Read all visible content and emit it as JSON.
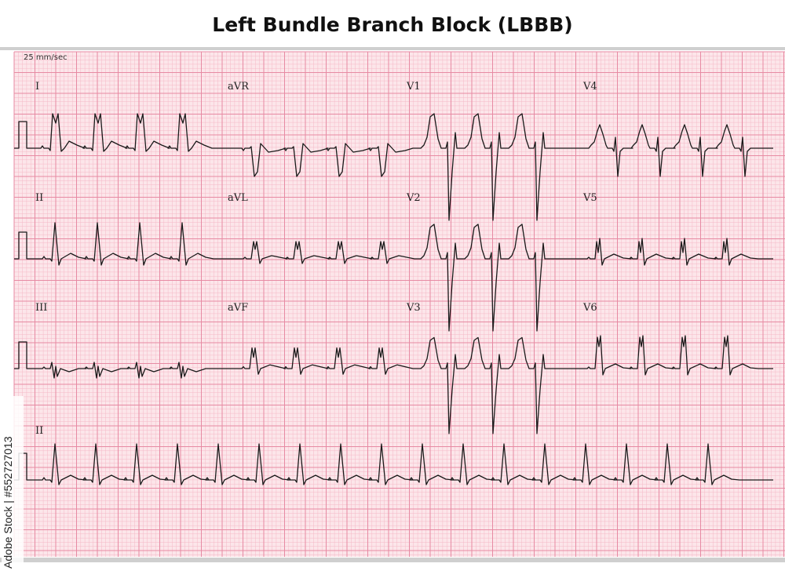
{
  "title": "Left Bundle Branch Block (LBBB)",
  "paper_speed": "25 mm/sec",
  "stock_credit": "Adobe Stock | #552727013",
  "colors": {
    "paper": "#fce6ea",
    "grid_minor": "#f5b8c7",
    "grid_major": "#e78aa3",
    "trace": "#1a1a1a"
  },
  "leads": {
    "I": "I",
    "II": "II",
    "III": "III",
    "aVR": "aVR",
    "aVL": "aVL",
    "aVF": "aVF",
    "V1": "V1",
    "V2": "V2",
    "V3": "V3",
    "V4": "V4",
    "V5": "V5",
    "V6": "V6",
    "rhythm": "II"
  }
}
